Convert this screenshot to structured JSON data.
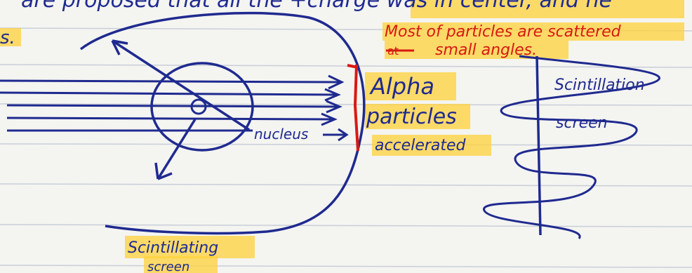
{
  "page": {
    "top_line_text": "are proposed that all the +charge was in center, and he",
    "left_fragment": "s."
  },
  "notes": {
    "red_note_line1": "Most of particles are scattered",
    "red_note_line2": "small angles.",
    "struck_word_1": "are",
    "struck_word_2": "at"
  },
  "labels": {
    "alpha_line1": "Alpha",
    "alpha_line2": "particles",
    "alpha_line3": "accelerated",
    "nucleus": "nucleus",
    "scint_screen_left_line1": "Scintillating",
    "scint_screen_left_line2": "screen",
    "scint_screen_right_line1": "Scintillation",
    "scint_screen_right_line2": "screen"
  },
  "colors": {
    "paper": "#f4f4f1",
    "ruled_line": "#c9cfd8",
    "pen_blue": "#1f2a8f",
    "pen_red": "#d61a12",
    "highlighter": "#ffd23a"
  }
}
